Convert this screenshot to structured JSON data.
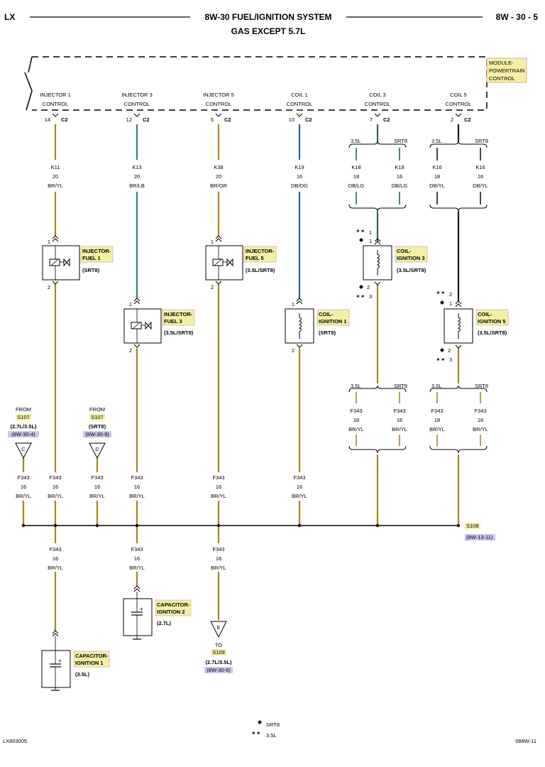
{
  "header": {
    "left": "LX",
    "title_line1": "8W-30 FUEL/IGNITION SYSTEM",
    "title_line2": "GAS EXCEPT 5.7L",
    "right": "8W - 30 - 5"
  },
  "module": {
    "line1": "MODULE-",
    "line2": "POWERTRAIN",
    "line3": "CONTROL"
  },
  "connector": "C2",
  "control_line": "CONTROL",
  "controls": [
    {
      "name": "INJECTOR 1",
      "pin": "14"
    },
    {
      "name": "INJECTOR 3",
      "pin": "12"
    },
    {
      "name": "INJECTOR 5",
      "pin": "5"
    },
    {
      "name": "COIL 1",
      "pin": "10"
    },
    {
      "name": "COIL 3",
      "pin": "7"
    },
    {
      "name": "COIL 5",
      "pin": "2"
    }
  ],
  "circuits": [
    {
      "id": "K11",
      "gauge": "20",
      "color": "BR/YL"
    },
    {
      "id": "K13",
      "gauge": "20",
      "color": "BR/LB"
    },
    {
      "id": "K38",
      "gauge": "20",
      "color": "BR/OR"
    },
    {
      "id": "K19",
      "gauge": "16",
      "color": "DB/DG"
    }
  ],
  "split_top": [
    {
      "left_label": "3.5L",
      "right_label": "SRT8",
      "left": {
        "id": "K18",
        "gauge": "18",
        "color": "DB/LG"
      },
      "right": {
        "id": "K18",
        "gauge": "16",
        "color": "DB/LG"
      }
    },
    {
      "left_label": "3.5L",
      "right_label": "SRT8",
      "left": {
        "id": "K16",
        "gauge": "18",
        "color": "DB/YL"
      },
      "right": {
        "id": "K16",
        "gauge": "16",
        "color": "DB/YL"
      }
    }
  ],
  "components": [
    {
      "line1": "INJECTOR-",
      "line2": "FUEL 1",
      "variant": "(SRT8)",
      "pin_top": "1",
      "pin_bottom": "2"
    },
    {
      "line1": "INJECTOR-",
      "line2": "FUEL 3",
      "variant": "(3.5L/SRT8)",
      "pin_top": "1",
      "pin_bottom": "2"
    },
    {
      "line1": "INJECTOR-",
      "line2": "FUEL 5",
      "variant": "(3.5L/SRT8)",
      "pin_top": "1",
      "pin_bottom": "2"
    },
    {
      "line1": "COIL-",
      "line2": "IGNITION 1",
      "variant": "(SRT8)",
      "pin_top": "1",
      "pin_bottom": "2"
    },
    {
      "line1": "COIL-",
      "line2": "IGNITION 3",
      "variant": "(3.5L/SRT8)",
      "pin_1": "1",
      "pin_2": "2",
      "pin_3": "3"
    },
    {
      "line1": "COIL-",
      "line2": "IGNITION 5",
      "variant": "(3.5L/SRT8)",
      "pin_1": "1",
      "pin_2": "2",
      "pin_3": "3"
    }
  ],
  "split_bottom": [
    {
      "left_label": "3.5L",
      "right_label": "SRT8",
      "left": {
        "id": "F343",
        "gauge": "18",
        "color": "BR/YL"
      },
      "right": {
        "id": "F343",
        "gauge": "16",
        "color": "BR/YL"
      }
    },
    {
      "left_label": "3.5L",
      "right_label": "SRT8",
      "left": {
        "id": "F343",
        "gauge": "18",
        "color": "BR/YL"
      },
      "right": {
        "id": "F343",
        "gauge": "16",
        "color": "BR/YL"
      }
    }
  ],
  "from_refs": [
    {
      "from": "FROM",
      "splice": "S107",
      "variant": "(2.7L/3.5L)",
      "page": "(8W-30-4)",
      "letter": "C"
    },
    {
      "from": "FROM",
      "splice": "S107",
      "variant": "(SRT8)",
      "page": "(8W-30-9)",
      "letter": "D"
    }
  ],
  "feed_wire": {
    "id": "F343",
    "gauge": "16",
    "color": "BR/YL"
  },
  "splice_s108": {
    "name": "S108",
    "page": "(8W-13-11)"
  },
  "capacitors": [
    {
      "line1": "CAPACITOR-",
      "line2": "IGNITION 2",
      "variant": "(2.7L)"
    },
    {
      "line1": "CAPACITOR-",
      "line2": "IGNITION 1",
      "variant": "(3.5L)"
    }
  ],
  "to_ref": {
    "letter": "E",
    "to": "TO",
    "splice": "S109",
    "variant": "(2.7L/3.5L)",
    "page": "(8W-30-6)"
  },
  "legend": {
    "srt8": "SRT8",
    "l35": "3.5L",
    "star_mark": "✶✶"
  },
  "footer": {
    "left": "LX803005",
    "right": "088W-11"
  },
  "colors": {
    "br_yl": "#a8861a",
    "br_lb": "#2e8b57",
    "br_or": "#b8860b",
    "db_dg": "#2f5ea6",
    "db_lg": "#1f6e3a",
    "db_yl": "#1a1a1a",
    "label_bg": "#f3f0a6",
    "label_border": "#d89898",
    "ref_bg": "#c8c8f0"
  }
}
